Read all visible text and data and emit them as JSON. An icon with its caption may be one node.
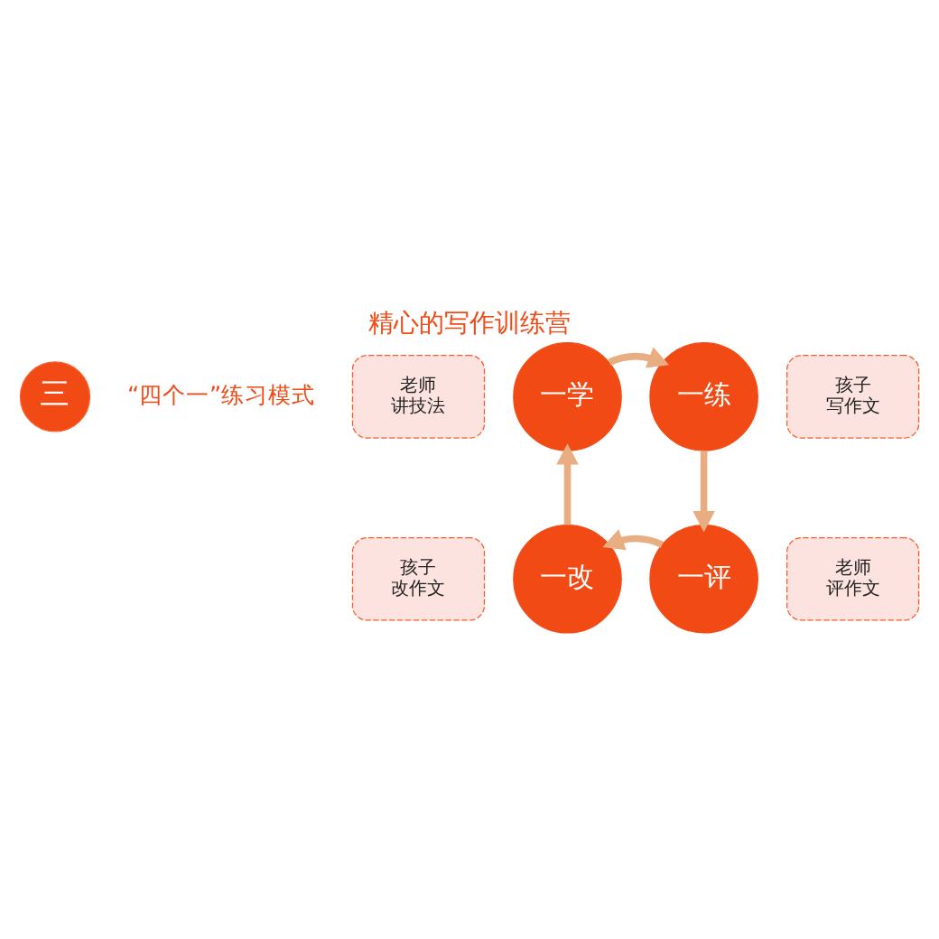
{
  "diagram": {
    "title": "精心的写作训练营",
    "nodes": [
      {
        "text": [
          "老师",
          "讲技法"
        ]
      },
      {
        "text": [
          "一学"
        ]
      },
      {
        "text": [
          "一练"
        ]
      },
      {
        "text": [
          "孩子",
          "写作文"
        ]
      },
      {
        "text": [
          "孩子",
          "改作文"
        ]
      },
      {
        "text": [
          "一改"
        ]
      },
      {
        "text": [
          "一评"
        ]
      },
      {
        "text": [
          "老师",
          "评作文"
        ]
      }
    ],
    "edges": [
      {
        "from": 1,
        "to": 2,
        "arrow": "to"
      },
      {
        "from": 2,
        "to": 6,
        "arrow": "to"
      },
      {
        "from": 6,
        "to": 5,
        "arrow": "to"
      },
      {
        "from": 5,
        "to": 1,
        "arrow": "to"
      }
    ],
    "labels": [
      "三",
      "“四个一”练习模式"
    ]
  }
}
